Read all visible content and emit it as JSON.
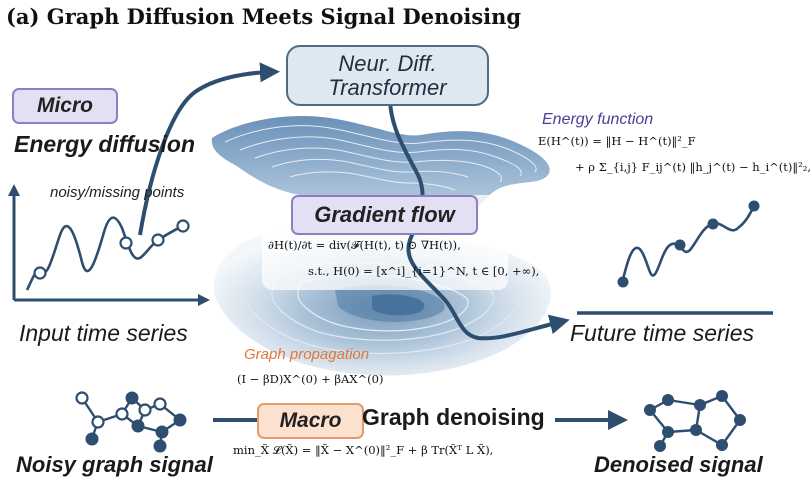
{
  "title": "(a) Graph Diffusion Meets Signal Denoising",
  "labels": {
    "micro": "Micro",
    "energy_diffusion": "Energy diffusion",
    "noisy_missing": "noisy/missing points",
    "input_time_series": "Input time series",
    "neural_diffusion_line1": "Neur. Diff.",
    "neural_diffusion_line2": "Transformer",
    "energy_function": "Energy function",
    "gradient_flow": "Gradient flow",
    "future_time_series": "Future time series",
    "graph_propagation": "Graph propagation",
    "macro": "Macro",
    "graph_denoising": "Graph denoising",
    "noisy_graph_signal": "Noisy graph signal",
    "denoised_signal": "Denoised signal"
  },
  "equations": {
    "energy_line1": "E(H^(t)) = ‖H − H^(t)‖²_F",
    "energy_line2": "+ ρ Σ_{i,j} F_ij^(t) ‖h_j^(t) − h_i^(t)‖²₂,",
    "gradient_line1": "∂H(t)/∂t = div(𝓕(H(t), t) ⊙ ∇H(t)),",
    "gradient_line2": "s.t., H(0) = [x^i]_{i=1}^N, t ∈ [0, +∞),",
    "propagation": "(I − βD)X^(0) + βAX^(0)",
    "denoising": "min_X̃ 𝓛(X̃) = ‖X̃ − X^(0)‖²_F + β Tr(X̃ᵀ L X̃),"
  },
  "colors": {
    "dark_blue": "#2e4e70",
    "purple_accent": "#8c7fc6",
    "orange_accent": "#e59a6e",
    "surface_blue": "#7fa6c8"
  }
}
